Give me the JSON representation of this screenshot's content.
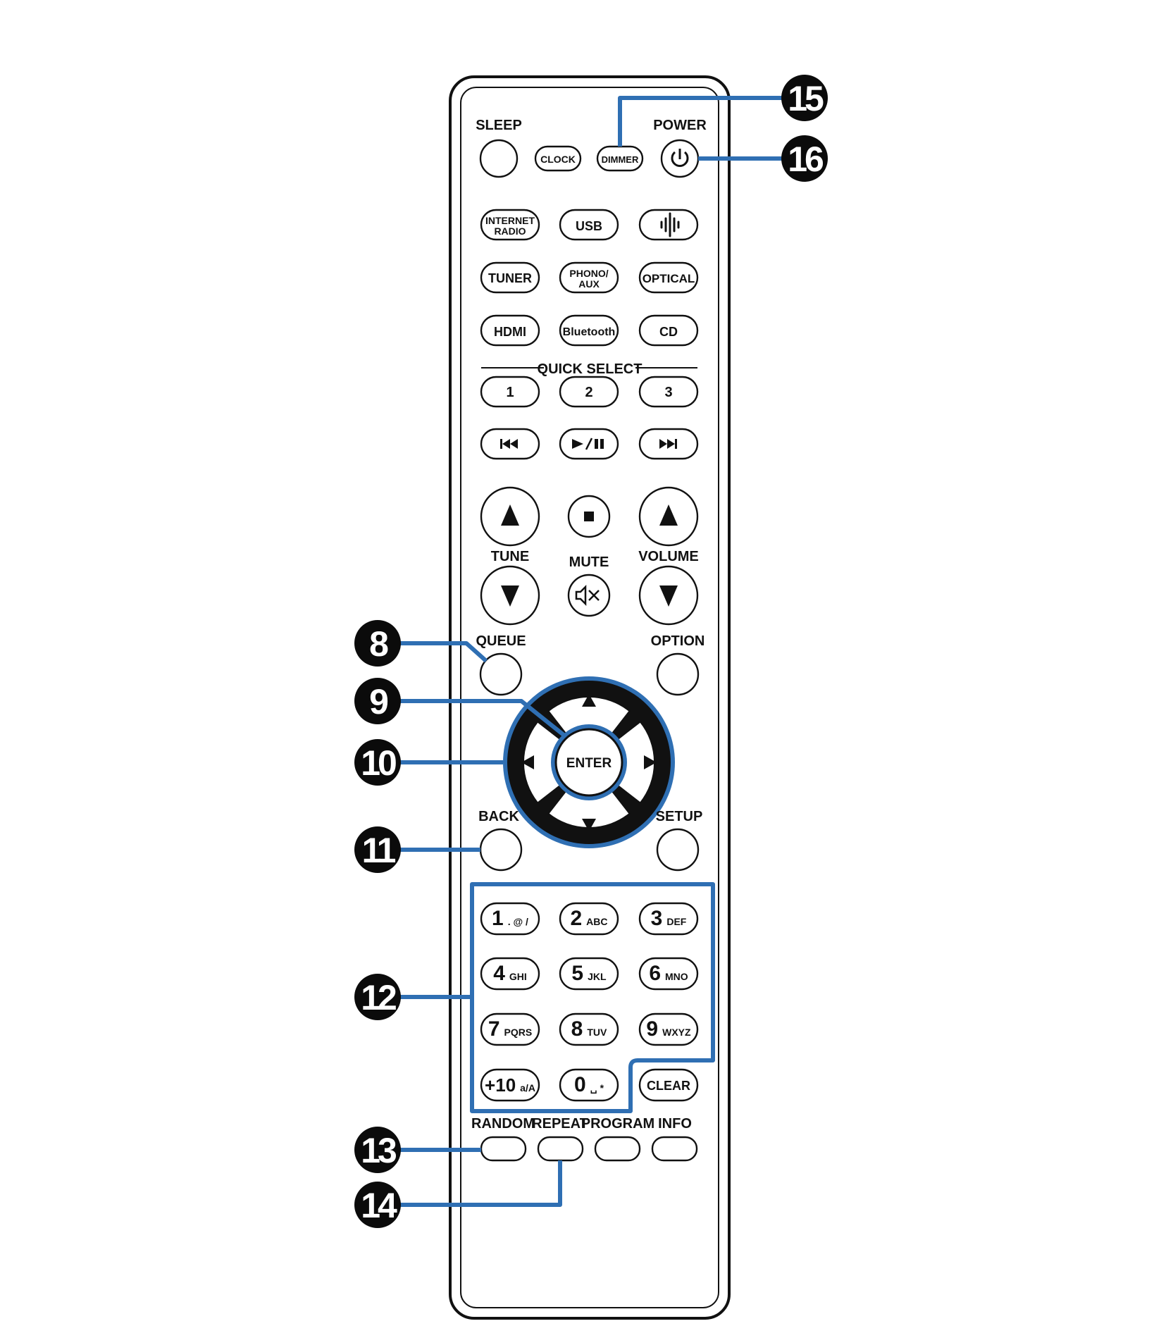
{
  "labels": {
    "sleep": "SLEEP",
    "power": "POWER",
    "quick_select": "QUICK SELECT",
    "tune": "TUNE",
    "mute": "MUTE",
    "volume": "VOLUME",
    "queue": "QUEUE",
    "option": "OPTION",
    "back": "BACK",
    "setup": "SETUP",
    "random": "RANDOM",
    "repeat": "REPEAT",
    "program": "PROGRAM",
    "info": "INFO"
  },
  "buttons": {
    "clock": "CLOCK",
    "dimmer": "DIMMER",
    "internet_radio_1": "INTERNET",
    "internet_radio_2": "RADIO",
    "usb": "USB",
    "tuner": "TUNER",
    "phono_1": "PHONO/",
    "phono_2": "AUX",
    "optical": "OPTICAL",
    "hdmi": "HDMI",
    "bluetooth": "Bluetooth",
    "cd": "CD",
    "qs1": "1",
    "qs2": "2",
    "qs3": "3",
    "prev": "⏮",
    "play_pause": "►/❚❚",
    "next": "⏭",
    "stop": "■",
    "up_arrow": "▲",
    "down_arrow": "▼",
    "enter": "ENTER",
    "left": "◄",
    "right": "►",
    "clear": "CLEAR"
  },
  "numpad": [
    {
      "digit": "1",
      "sub": ". @ /"
    },
    {
      "digit": "2",
      "sub": "ABC"
    },
    {
      "digit": "3",
      "sub": "DEF"
    },
    {
      "digit": "4",
      "sub": "GHI"
    },
    {
      "digit": "5",
      "sub": "JKL"
    },
    {
      "digit": "6",
      "sub": "MNO"
    },
    {
      "digit": "7",
      "sub": "PQRS"
    },
    {
      "digit": "8",
      "sub": "TUV"
    },
    {
      "digit": "9",
      "sub": "WXYZ"
    },
    {
      "digit": "+10",
      "sub": "a/A"
    },
    {
      "digit": "0",
      "sub": "␣ *"
    }
  ],
  "callouts": {
    "c8": "8",
    "c9": "9",
    "c10": "10",
    "c11": "11",
    "c12": "12",
    "c13": "13",
    "c14": "14",
    "c15": "15",
    "c16": "16"
  },
  "colors": {
    "callout": "#2f6fb3",
    "badge": "#0b0b0b"
  },
  "icons": {
    "power": "power-icon",
    "heos": "heos-music-icon",
    "mute": "speaker-muted-icon"
  }
}
